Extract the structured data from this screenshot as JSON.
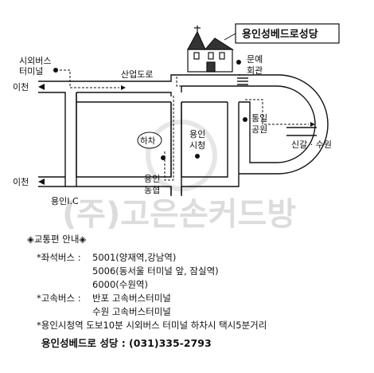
{
  "map": {
    "title_box": "용인성베드로성당",
    "labels": {
      "bus_terminal": [
        "시외버스",
        "터미널"
      ],
      "sanup_road": "산업도로",
      "culture_hall": [
        "문예",
        "회관"
      ],
      "icheon_top": "이천",
      "icheon_bottom": "이천",
      "park": [
        "통일",
        "공원"
      ],
      "singal_suwon": "신갈 · 수원",
      "hacha": "하차",
      "city_hall": [
        "용인",
        "시청"
      ],
      "nonghyup": [
        "용인",
        "농협"
      ],
      "yongin_ic": "용인I.C",
      "watermark": "(주)고은손커드방"
    }
  },
  "guide": {
    "heading": "◈교통편 안내◈",
    "seat_bus_label": "*좌석버스 :",
    "seat_bus_lines": [
      "5001(양재역,강남역)",
      "5006(동서울 터미널 앞, 잠실역)",
      "6000(수원역)"
    ],
    "express_bus_label": "*고속버스 :",
    "express_bus_lines": [
      "반포 고속버스터미널",
      "수원 고속버스터미널"
    ],
    "walk_note": "*용인시청역 도보10분 시외버스 터미널 하차시 택시5분거리",
    "contact": "용인성베드로 성당 : (031)335-2793"
  },
  "colors": {
    "ink": "#111111",
    "watermark": "#d9d9d9"
  },
  "icons": [
    "church-icon",
    "bus-stop-dot",
    "arrow-icon",
    "building-dot"
  ]
}
